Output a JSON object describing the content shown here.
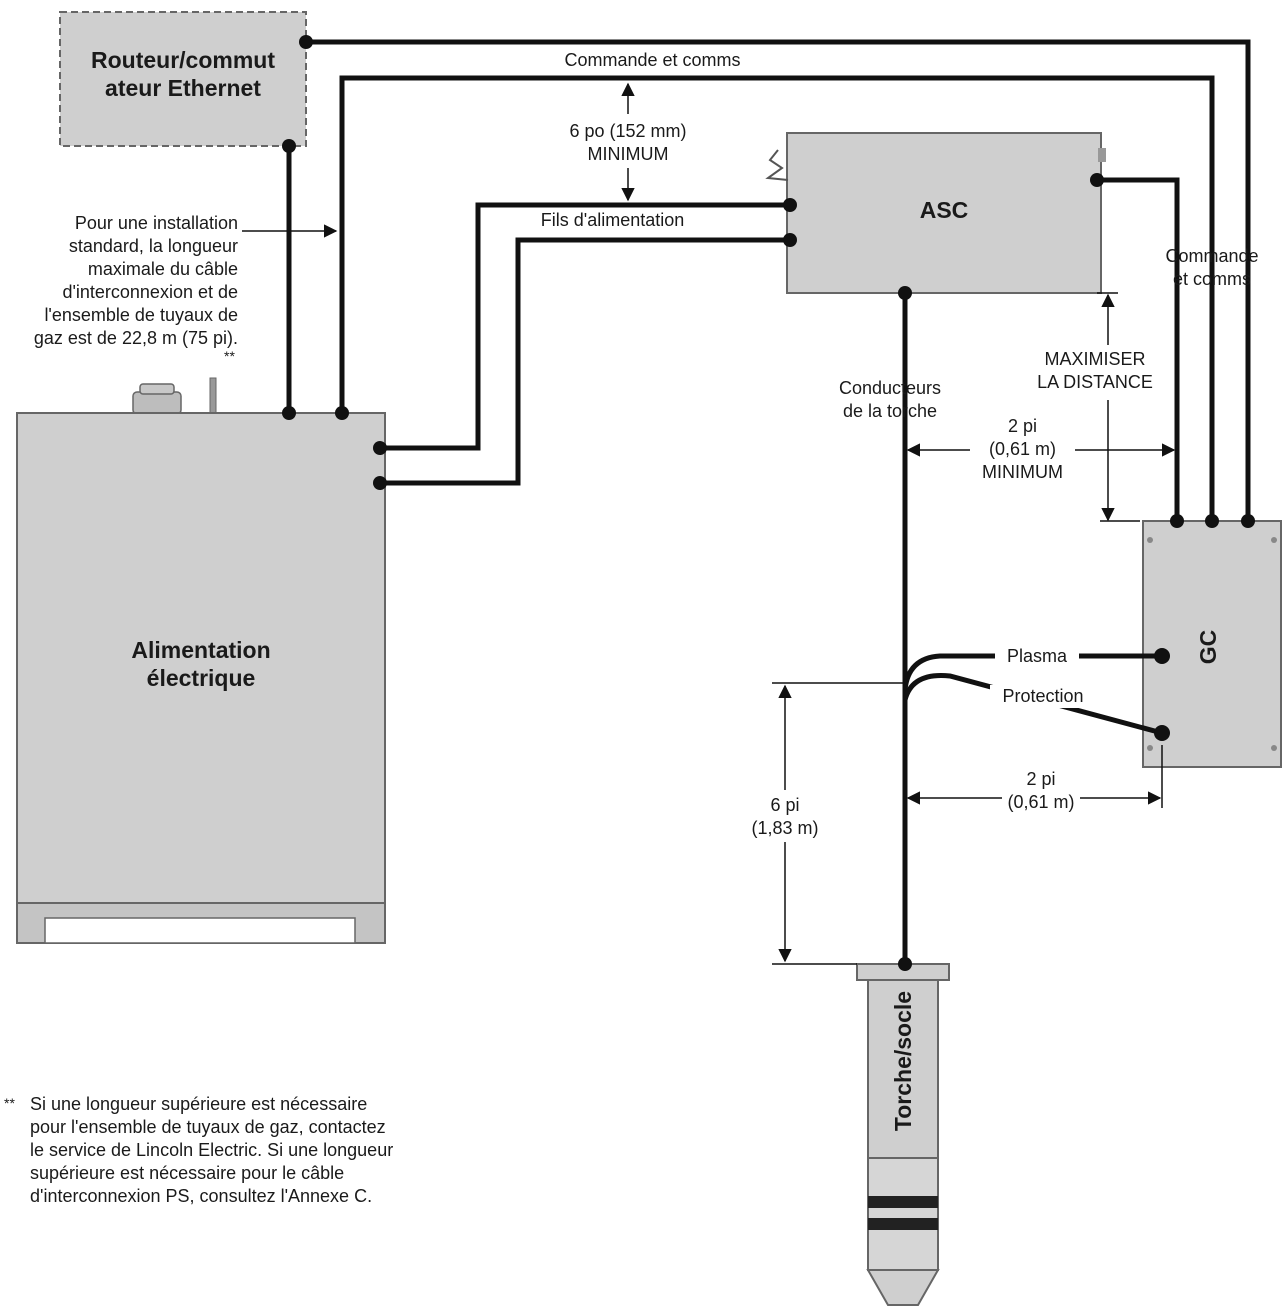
{
  "components": {
    "router": "Routeur/commut\nateur Ethernet",
    "power_supply": "Alimentation\nélectrique",
    "asc": "ASC",
    "gc": "GC",
    "torch": "Torche/socle"
  },
  "labels": {
    "command_comms_top": "Commande et comms",
    "command_comms_right": "Commande\net comms",
    "power_leads": "Fils d'alimentation",
    "torch_leads": "Conducteurs\nde la torche",
    "plasma": "Plasma",
    "shield": "Protection"
  },
  "dimensions": {
    "six_inch": "6 po (152 mm)\nMINIMUM",
    "maximize": "MAXIMISER\nLA DISTANCE",
    "two_ft_min": "2 pi\n(0,61 m)\nMINIMUM",
    "two_ft": "2 pi\n(0,61 m)",
    "six_ft": "6 pi\n(1,83 m)"
  },
  "notes": {
    "install_note": "Pour une installation\nstandard, la longueur\nmaximale du câble\nd'interconnexion et de\nl'ensemble de tuyaux de\ngaz est de 22,8 m (75 pi).",
    "install_mark": "**",
    "footnote_mark": "**",
    "footnote": "Si une longueur supérieure est nécessaire\npour l'ensemble de tuyaux de gaz, contactez\nle service de Lincoln Electric. Si une longueur\nsupérieure est nécessaire pour le câble\nd'interconnexion PS, consultez l'Annexe C."
  },
  "colors": {
    "box_fill": "#cfcfcf",
    "box_stroke": "#555555",
    "cable": "#111111"
  }
}
